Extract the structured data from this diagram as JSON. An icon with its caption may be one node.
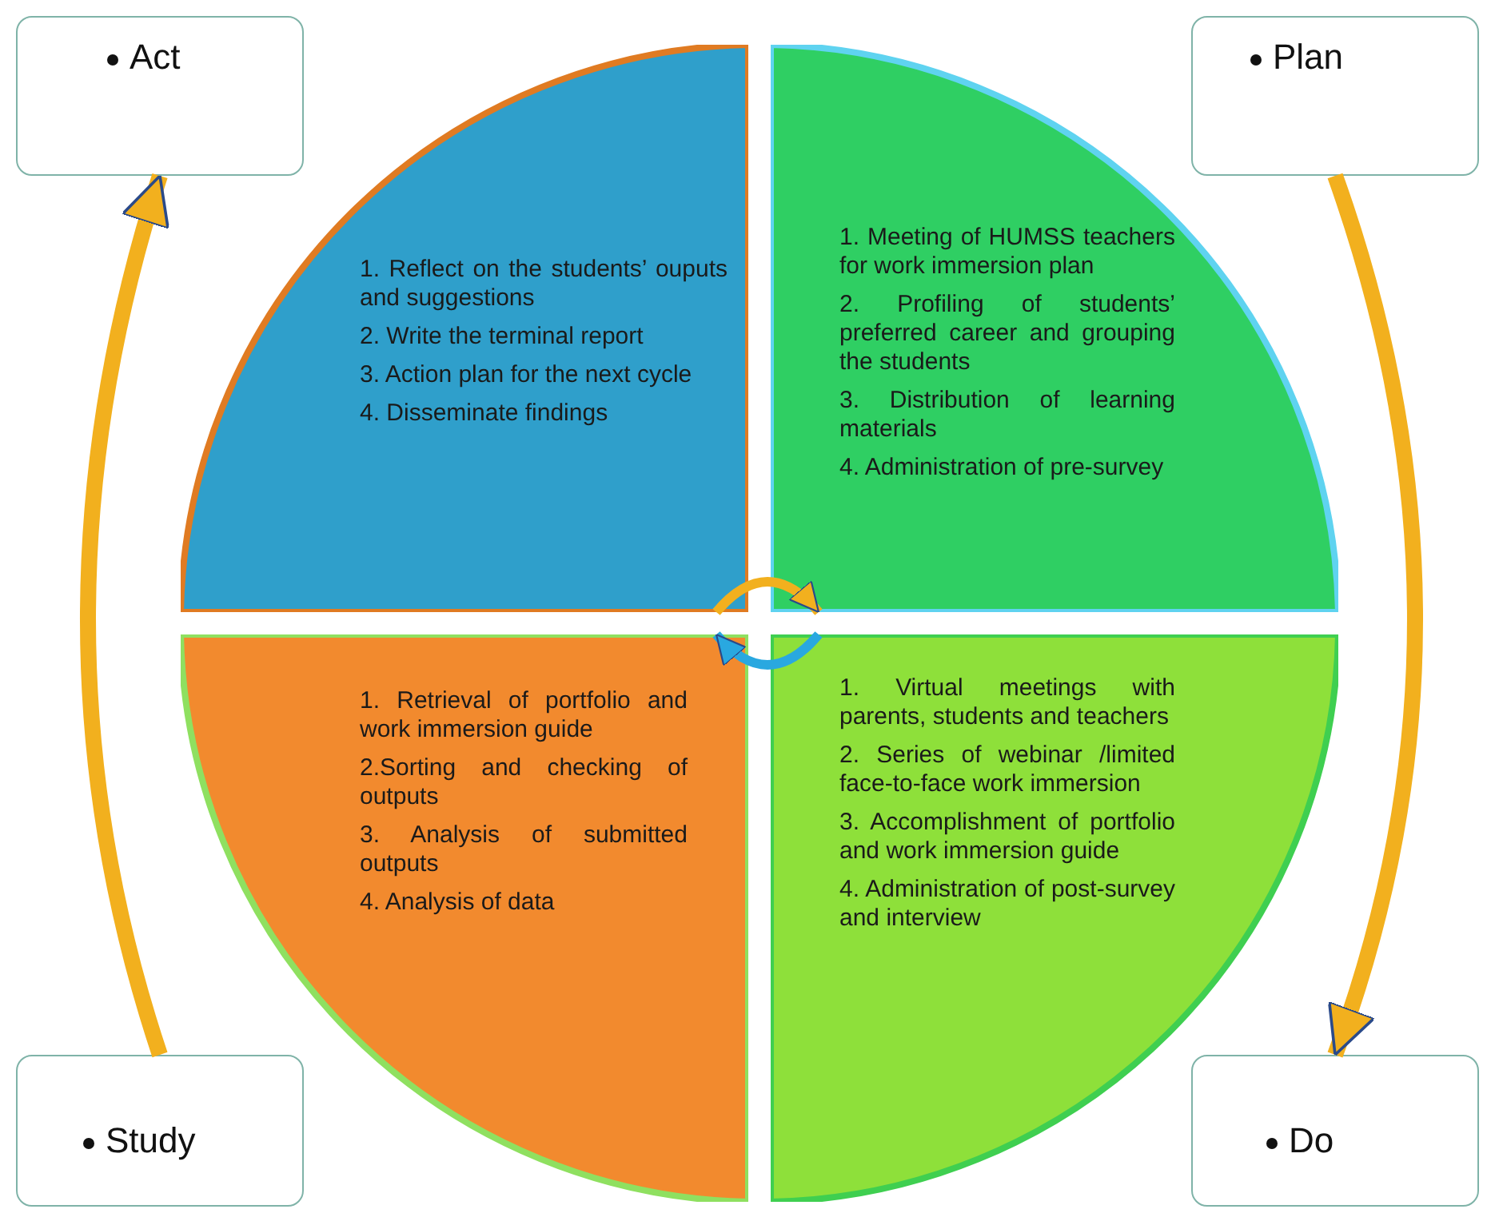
{
  "diagram": {
    "nodes": [
      {
        "text": [
          "Act"
        ]
      },
      {
        "text": [
          "Plan"
        ]
      },
      {
        "text": [
          "1. Reflect on the students’ ouputs and suggestions",
          "2. Write the terminal report",
          "3. Action plan for the next cycle",
          "4. Disseminate findings"
        ]
      },
      {
        "text": [
          "1. Meeting of HUMSS teachers for work immersion plan",
          "2. Profiling of students’ preferred career and grouping the students",
          "3. Distribution of learning materials",
          "4. Administration of pre-survey"
        ]
      },
      {
        "text": [
          "1. Retrieval of portfolio and work immersion guide",
          "2.Sorting and checking of outputs",
          "3. Analysis of submitted outputs",
          "4. Analysis of data"
        ]
      },
      {
        "text": [
          "1. Virtual meetings with parents, students and teachers",
          "2. Series of webinar /limited face-to-face work immersion",
          "3. Accomplishment of portfolio and work immersion guide",
          "4. Administration of post-survey and interview"
        ]
      },
      {
        "text": [
          "Study"
        ]
      },
      {
        "text": [
          "Do"
        ]
      }
    ],
    "edges": [
      {
        "from": 6,
        "to": 0,
        "arrow": "to"
      },
      {
        "from": 1,
        "to": 7,
        "arrow": "to"
      },
      {
        "from": 2,
        "to": 3,
        "arrow": "to"
      },
      {
        "from": 5,
        "to": 4,
        "arrow": "to",
        "color": "#29a8e0"
      }
    ]
  }
}
